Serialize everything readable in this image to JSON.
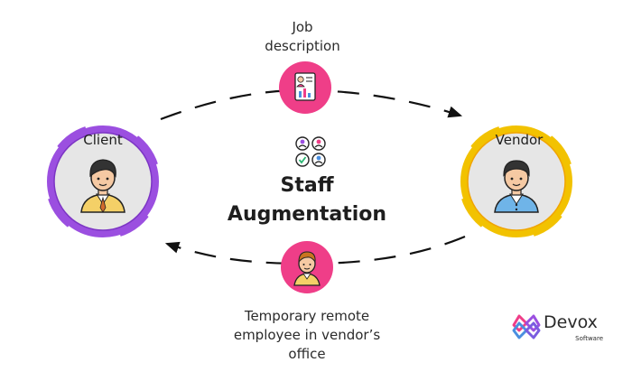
{
  "nodes": {
    "client": "Client",
    "vendor": "Vendor"
  },
  "flows": {
    "top_label": [
      "Job",
      "description"
    ],
    "bottom_label": [
      "Temporary remote",
      "employee in vendor’s",
      "office"
    ]
  },
  "center": {
    "title_line1": "Staff",
    "title_line2": "Augmentation"
  },
  "brand": {
    "name": "Devox",
    "sub": "Software"
  },
  "icons": {
    "center": "team-people-icon",
    "client": "client-person-icon",
    "vendor": "vendor-person-icon",
    "top": "job-description-document-icon",
    "bottom": "remote-employee-icon"
  },
  "colors": {
    "client_ring": "#9b4fe0",
    "vendor_ring": "#f2c200",
    "flow_badge": "#ef3e88"
  }
}
